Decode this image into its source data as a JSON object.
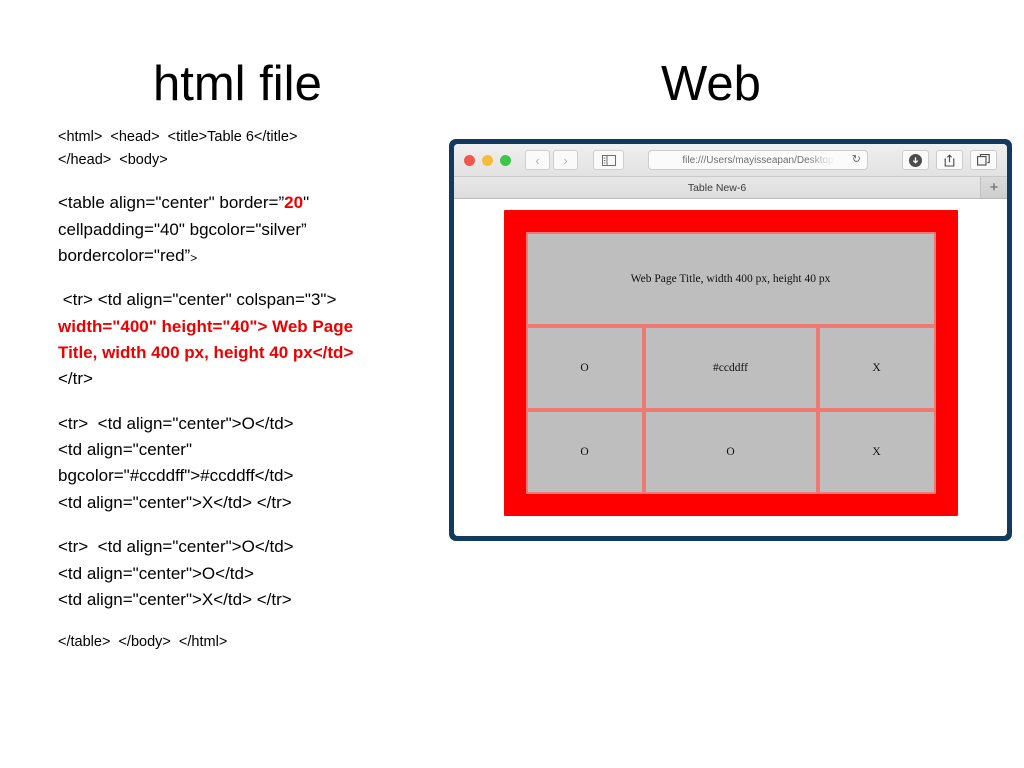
{
  "slide": {
    "heading_left": "html file",
    "heading_right": "Web"
  },
  "code": {
    "blocks": [
      {
        "lines": [
          "<html>  <head>  <title>Table 6</title>",
          "</head>  <body>"
        ]
      },
      {
        "lines": [
          "<table align=\"center\" border=”20\"",
          "cellpadding=\"40\" bgcolor=\"silver”",
          "bordercolor=\"red”>"
        ]
      },
      {
        "lines": [
          " <tr> <td align=\"center\" colspan=\"3\">",
          "width=\"400\" height=\"40\"> Web Page",
          "Title, width 400 px, height 40 px</td>",
          "</tr>"
        ]
      },
      {
        "lines": [
          "<tr>  <td align=\"center\">O</td>",
          "<td align=\"center\"",
          "bgcolor=\"#ccddff\">#ccddff</td>",
          "<td align=\"center\">X</td> </tr>"
        ]
      },
      {
        "lines": [
          "<tr>  <td align=\"center\">O</td>",
          "<td align=\"center\">O</td>",
          "<td align=\"center\">X</td> </tr>"
        ]
      },
      {
        "lines": [
          "</table>  </body>  </html>"
        ]
      }
    ],
    "tokens": {
      "border_value": "20",
      "red_line_1": "width=\"400\" height=\"40\"> Web Page",
      "red_line_2": "Title, width 400 px, height 40 px</td>"
    }
  },
  "browser": {
    "traffic_lights": [
      "close-red",
      "minimize-yellow",
      "zoom-green"
    ],
    "back_label": "‹",
    "forward_label": "›",
    "sidebar_icon": "sidebar-icon",
    "url": "file:///Users/mayisseapan/Desktop",
    "reload_label": "↻",
    "downloads_icon": "downloads-icon",
    "share_icon": "share-icon",
    "tabs_icon": "tabs-overview-icon",
    "tab_title": "Table New-6",
    "new_tab_label": "+"
  },
  "table": {
    "title_cell": "Web Page Title, width 400 px, height 40 px",
    "rows": [
      [
        "O",
        "#ccddff",
        "X"
      ],
      [
        "O",
        "O",
        "X"
      ]
    ],
    "colors": {
      "border": "#ff0000",
      "cell_border": "#ef7a74",
      "cell_bg": "#bebebe",
      "highlight_bg": "#ccddff"
    }
  }
}
